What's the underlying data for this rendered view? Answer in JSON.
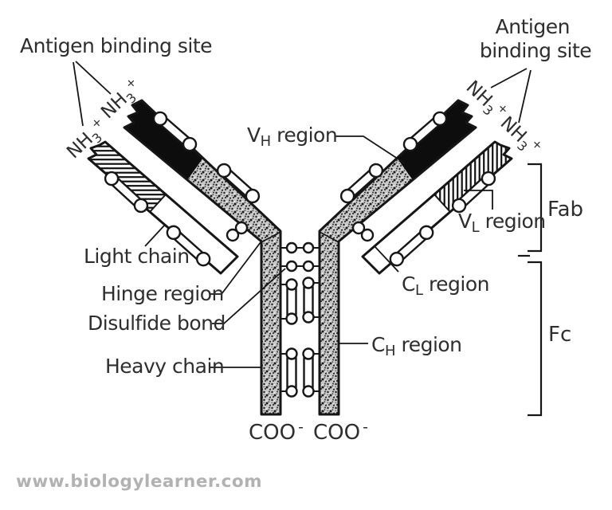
{
  "labels": {
    "antigen_binding_left": "Antigen binding site",
    "antigen_binding_right": {
      "line1": "Antigen",
      "line2": "binding site"
    },
    "nh3": {
      "base": "NH",
      "sub": "3",
      "sup": "+"
    },
    "vh_region": {
      "base": "V",
      "sub": "H",
      "rest": " region"
    },
    "vl_region": {
      "base": "V",
      "sub": "L",
      "rest": " region"
    },
    "cl_region": {
      "base": "C",
      "sub": "L",
      "rest": " region"
    },
    "ch_region": {
      "base": "C",
      "sub": "H",
      "rest": " region"
    },
    "light_chain": "Light chain",
    "hinge_region": "Hinge region",
    "disulfide_bond": "Disulfide bond",
    "heavy_chain": "Heavy chain",
    "fab": "Fab",
    "fc": "Fc",
    "coo": {
      "base": "COO",
      "sup": "-"
    }
  },
  "watermark": {
    "text": "www.biologylearner.com",
    "color": "#b2b2b2"
  },
  "colors": {
    "ink": "#161616",
    "text": "#2e2e2e",
    "heavy_variable_fill": "#0d0d0d",
    "stipple_base": "#c8c8c8",
    "watermark": "#b2b2b2",
    "background": "#ffffff"
  }
}
